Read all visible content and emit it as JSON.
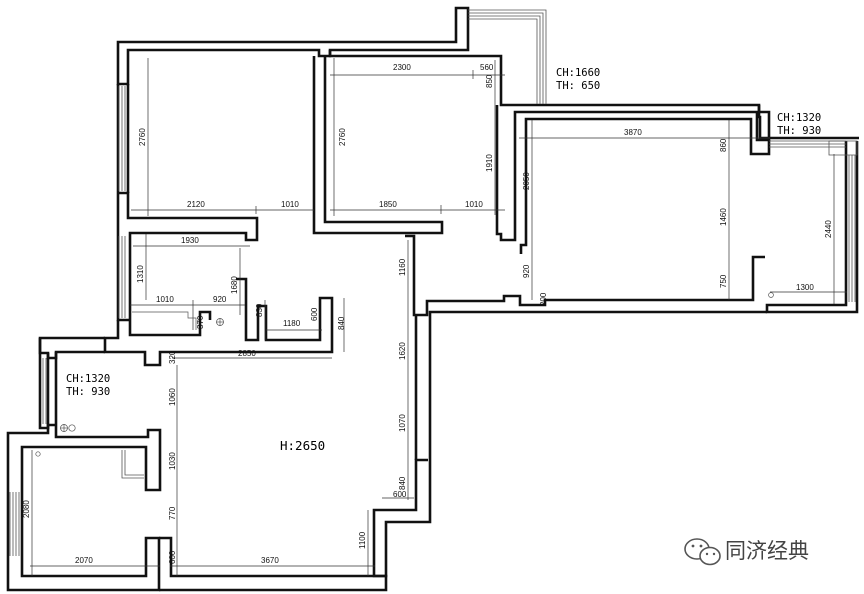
{
  "height_label": "H:2650",
  "notes": {
    "balcony_top": {
      "ch": "CH:1660",
      "th": "TH: 650"
    },
    "right": {
      "ch": "CH:1320",
      "th": "TH: 930"
    },
    "left": {
      "ch": "CH:1320",
      "th": "TH: 930"
    }
  },
  "dims": {
    "d2760a": "2760",
    "d2120": "2120",
    "d1010a": "1010",
    "d2300": "2300",
    "d560": "560",
    "d850": "850",
    "d2760b": "2760",
    "d1910": "1910",
    "d1850": "1850",
    "d1010b": "1010",
    "d3870": "3870",
    "d860": "860",
    "d2050": "2050",
    "d1460": "1460",
    "d920v": "920",
    "d750": "750",
    "d200": "200",
    "d2440": "2440",
    "d1300": "1300",
    "d1930": "1930",
    "d1310": "1310",
    "d1680": "1680",
    "d1160": "1160",
    "d1010c": "1010",
    "d920h": "920",
    "d370": "370",
    "d830": "830",
    "d1180": "1180",
    "d600a": "600",
    "d840a": "840",
    "d320": "320",
    "d2850": "2850",
    "d1620": "1620",
    "d1060": "1060",
    "d1070": "1070",
    "d1030": "1030",
    "d840b": "840",
    "d600b": "600",
    "d770": "770",
    "d1100": "1100",
    "d2080": "2080",
    "d2070": "2070",
    "d600c": "600",
    "d3670": "3670"
  },
  "watermark": "同济经典"
}
